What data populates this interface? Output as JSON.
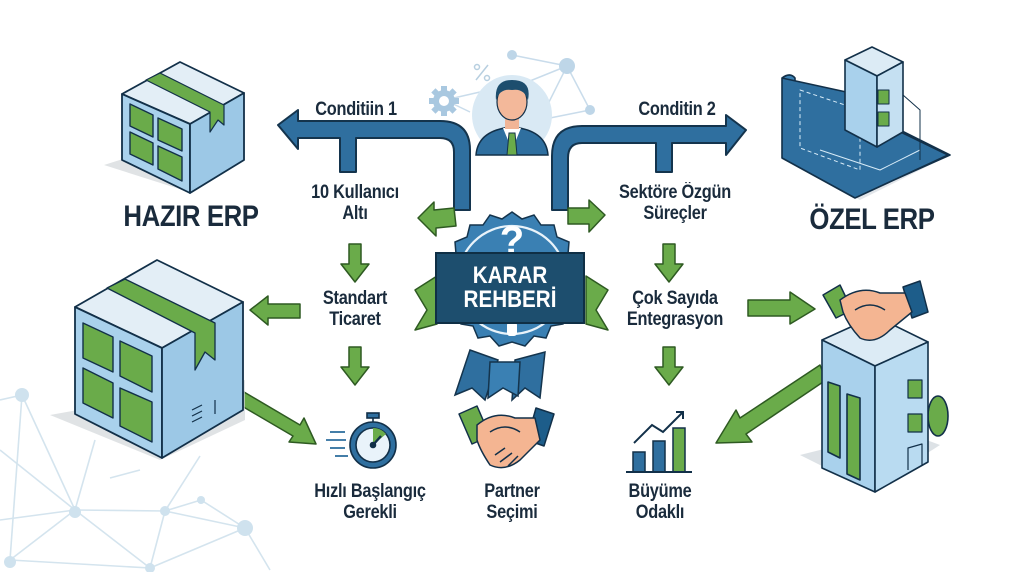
{
  "diagram": {
    "center_badge": {
      "line1": "KARAR",
      "line2": "REHBERİ",
      "symbol": "question-mark"
    },
    "conditions": {
      "left": "Conditiin 1",
      "right": "Conditin 2"
    },
    "options": {
      "left": {
        "title": "HAZIR ERP",
        "icon": "package-box-icon"
      },
      "right": {
        "title": "ÖZEL ERP",
        "icon": "blueprint-building-icon"
      }
    },
    "left_branch": {
      "criteria": [
        {
          "line1": "10 Kullanıcı",
          "line2": "Altı"
        },
        {
          "line1": "Standart",
          "line2": "Ticaret"
        }
      ],
      "outcome": {
        "line1": "Hızlı Başlangıç",
        "line2": "Gerekli",
        "icon": "stopwatch-icon"
      }
    },
    "right_branch": {
      "criteria": [
        {
          "line1": "Sektöre Özgün",
          "line2": "Süreçler"
        },
        {
          "line1": "Çok Sayıda",
          "line2": "Entegrasyon"
        }
      ],
      "outcome": {
        "line1": "Büyüme",
        "line2": "Odaklı",
        "icon": "growth-chart-icon"
      }
    },
    "bottom_center": {
      "line1": "Partner",
      "line2": "Seçimi",
      "icon": "handshake-icon"
    },
    "decision_maker": {
      "icon": "businessman-avatar-icon"
    },
    "colors": {
      "primary_blue": "#2f6f9f",
      "dark_navy": "#1a2b3c",
      "accent_green": "#6aab4a",
      "light_blue": "#a9d1ec",
      "network_lines": "#cfe0ea"
    }
  }
}
